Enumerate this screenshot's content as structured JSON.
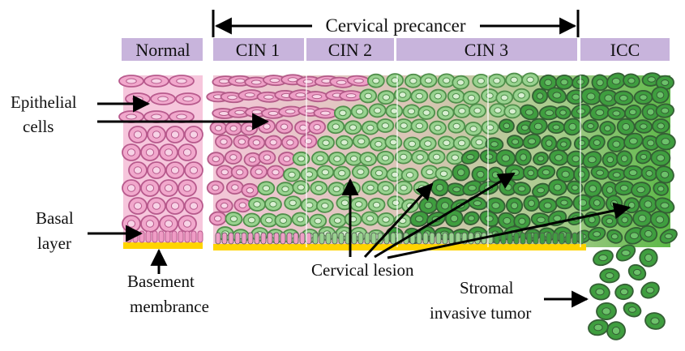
{
  "title": "Cervical precancer",
  "stages": [
    {
      "label": "Normal"
    },
    {
      "label": "CIN 1"
    },
    {
      "label": "CIN 2"
    },
    {
      "label": "CIN 3"
    },
    {
      "label": "ICC"
    }
  ],
  "annotations": {
    "epithelial_line1": "Epithelial",
    "epithelial_line2": "cells",
    "basal_line1": "Basal",
    "basal_line2": "layer",
    "basement_line1": "Basement",
    "basement_line2": "membrance",
    "lesion": "Cervical lesion",
    "stromal_line1": "Stromal",
    "stromal_line2": "invasive tumor"
  },
  "colors": {
    "stage_box": "#c8b4dc",
    "normal_tissue": "#f6b9d8",
    "normal_cell": "#e583b8",
    "lesion_cell": "#8fcf87",
    "tumor_cell": "#3c9a3c",
    "basement": "#ffd400",
    "gradient_end": "#5cb847"
  }
}
